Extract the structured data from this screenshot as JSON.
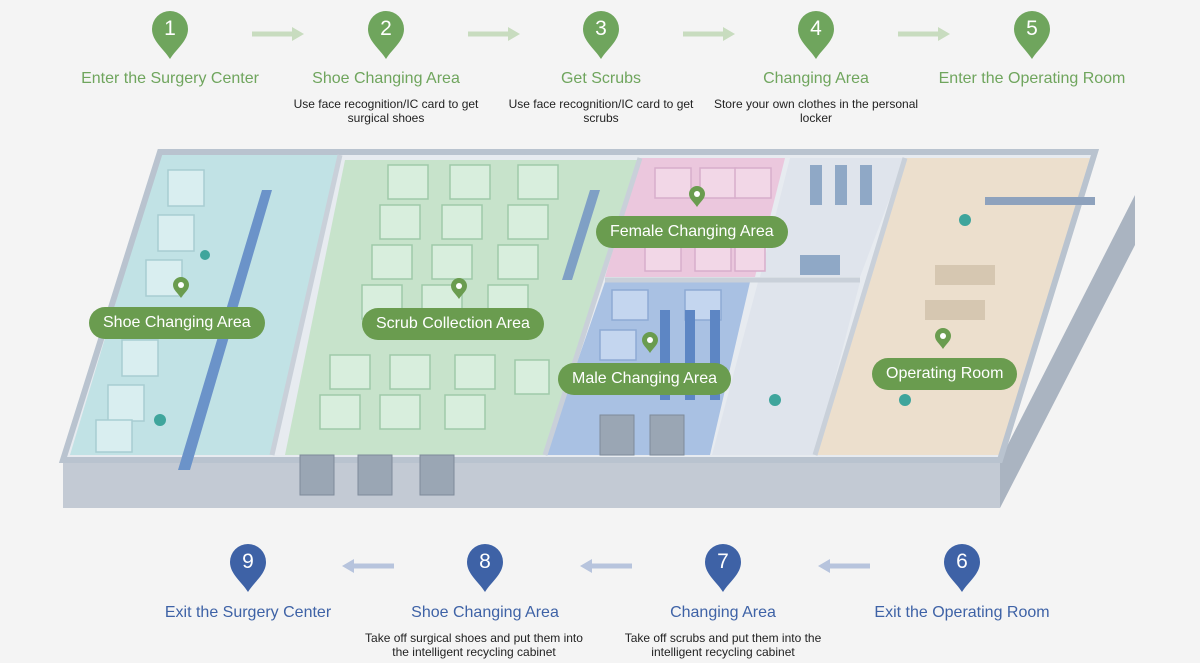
{
  "top_steps": [
    {
      "num": "1",
      "title": "Enter the Surgery Center",
      "desc": ""
    },
    {
      "num": "2",
      "title": "Shoe Changing Area",
      "desc": "Use face recognition/IC card to get surgical shoes"
    },
    {
      "num": "3",
      "title": "Get Scrubs",
      "desc": "Use face recognition/IC card to get scrubs"
    },
    {
      "num": "4",
      "title": "Changing Area",
      "desc": "Store your own clothes in the personal locker"
    },
    {
      "num": "5",
      "title": "Enter the Operating Room",
      "desc": ""
    }
  ],
  "bottom_steps": [
    {
      "num": "9",
      "title": "Exit the Surgery Center",
      "desc": ""
    },
    {
      "num": "8",
      "title": "Shoe Changing Area",
      "desc": "Take off surgical shoes and put them into the intelligent recycling cabinet"
    },
    {
      "num": "7",
      "title": "Changing Area",
      "desc": "Take off scrubs and put them into the intelligent recycling cabinet"
    },
    {
      "num": "6",
      "title": "Exit the Operating Room",
      "desc": ""
    }
  ],
  "zones": [
    {
      "label": "Shoe Changing Area"
    },
    {
      "label": "Scrub Collection Area"
    },
    {
      "label": "Female Changing Area"
    },
    {
      "label": "Male Changing Area"
    },
    {
      "label": "Operating Room"
    }
  ],
  "colors": {
    "green": "#6fa55d",
    "blue": "#3e62a6",
    "label_bg": "#6a9c4f"
  }
}
